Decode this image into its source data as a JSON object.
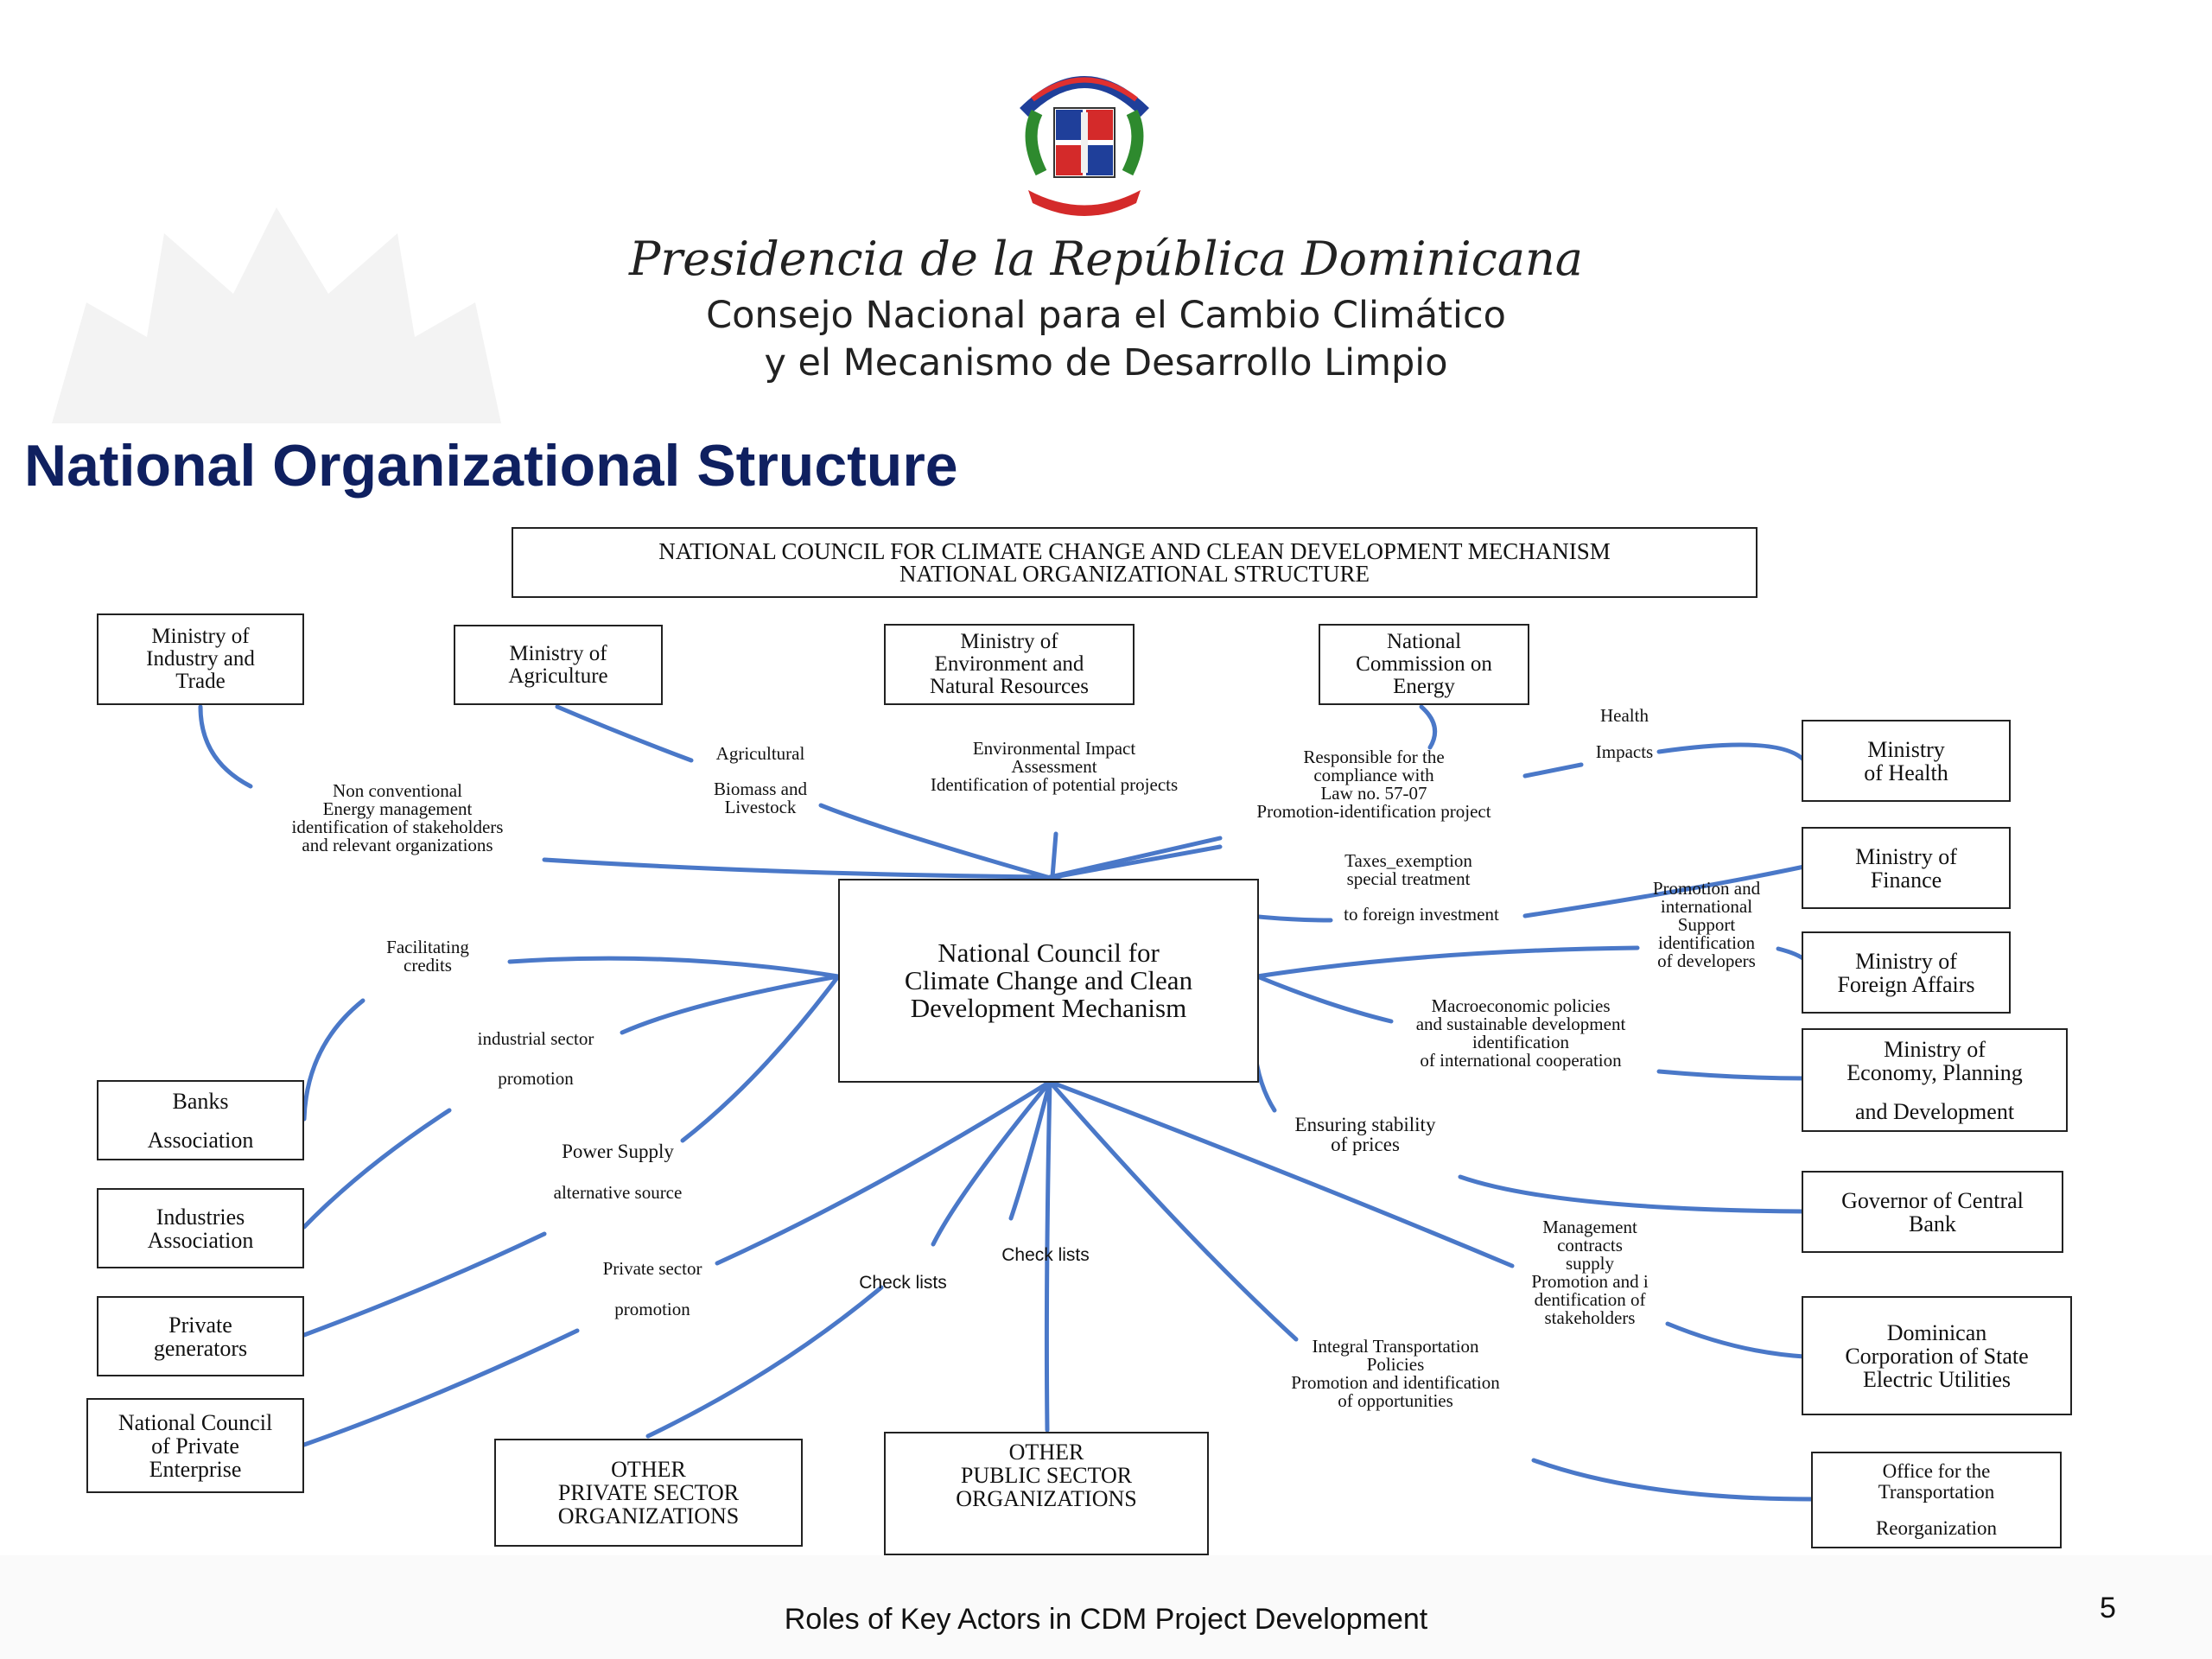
{
  "header": {
    "presidencia": "Presidencia de la República Dominicana",
    "consejo_line1": "Consejo Nacional para el Cambio Climático",
    "consejo_line2": "y el Mecanismo de Desarrollo Limpio"
  },
  "slide_title": "National Organizational Structure",
  "diagram": {
    "banner": [
      "NATIONAL COUNCIL FOR CLIMATE CHANGE AND CLEAN DEVELOPMENT MECHANISM",
      "NATIONAL ORGANIZATIONAL STRUCTURE"
    ],
    "central": [
      "National Council for",
      "Climate Change and Clean",
      "Development Mechanism"
    ],
    "boxes": {
      "industry": [
        "Ministry of",
        "Industry and",
        "Trade"
      ],
      "agriculture": [
        "Ministry of",
        "Agriculture"
      ],
      "environment": [
        "Ministry of",
        "Environment and",
        "Natural Resources"
      ],
      "energy": [
        "National",
        "Commission on",
        "Energy"
      ],
      "health": [
        "Ministry",
        "of Health"
      ],
      "finance": [
        "Ministry of",
        "Finance"
      ],
      "foreign": [
        "Ministry of",
        "Foreign Affairs"
      ],
      "economy": [
        "Ministry of",
        "Economy, Planning",
        "and Development"
      ],
      "central_bank": [
        "Governor of Central",
        "Bank"
      ],
      "electric": [
        "Dominican",
        "Corporation of State",
        "Electric Utilities"
      ],
      "transport": [
        "Office for the",
        "Transportation",
        "Reorganization"
      ],
      "banks": [
        "Banks",
        "Association"
      ],
      "industries": [
        "Industries",
        "Association"
      ],
      "private_gen": [
        "Private",
        "generators"
      ],
      "private_council": [
        "National Council",
        "of Private",
        "Enterprise"
      ],
      "other_private": [
        "OTHER",
        "PRIVATE SECTOR",
        "ORGANIZATIONS"
      ],
      "other_public": [
        "OTHER",
        "PUBLIC SECTOR",
        "ORGANIZATIONS"
      ]
    },
    "labels": {
      "nonconventional": [
        "Non conventional",
        "Energy management",
        "identification of stakeholders",
        "and relevant organizations"
      ],
      "agricultural": [
        "Agricultural"
      ],
      "biomass": [
        "Biomass and",
        "Livestock"
      ],
      "env_impact": [
        "Environmental Impact",
        "Assessment",
        "Identification of potential projects"
      ],
      "responsible": [
        "Responsible for the",
        "compliance with",
        "Law no. 57-07",
        "Promotion-identification project"
      ],
      "health": [
        "Health"
      ],
      "impacts": [
        "Impacts"
      ],
      "taxes": [
        "Taxes_exemption",
        "special treatment"
      ],
      "foreign_investment": [
        "to foreign investment"
      ],
      "promotion_support": [
        "Promotion and",
        "international",
        "Support",
        "identification",
        "of developers"
      ],
      "macroeconomic": [
        "Macroeconomic policies",
        "and sustainable development",
        "identification",
        "of international cooperation"
      ],
      "stability": [
        "Ensuring stability",
        "of prices"
      ],
      "management": [
        "Management",
        "contracts",
        "supply",
        "Promotion and i",
        "dentification of",
        "stakeholders"
      ],
      "transport_policies": [
        "Integral Transportation",
        "Policies",
        "Promotion and identification",
        "of opportunities"
      ],
      "facilitating": [
        "Facilitating",
        "credits"
      ],
      "industrial_sector": [
        "industrial sector"
      ],
      "promotion1": [
        "promotion"
      ],
      "power_supply": [
        "Power Supply"
      ],
      "alternative": [
        "alternative source"
      ],
      "private_sector": [
        "Private sector"
      ],
      "promotion2": [
        "promotion"
      ],
      "checklists1": [
        "Check lists"
      ],
      "checklists2": [
        "Check lists"
      ]
    }
  },
  "footer": "Roles of Key Actors in CDM Project Development",
  "page_number": "5",
  "colors": {
    "title": "#0f2060",
    "connector": "#4a78c8"
  }
}
